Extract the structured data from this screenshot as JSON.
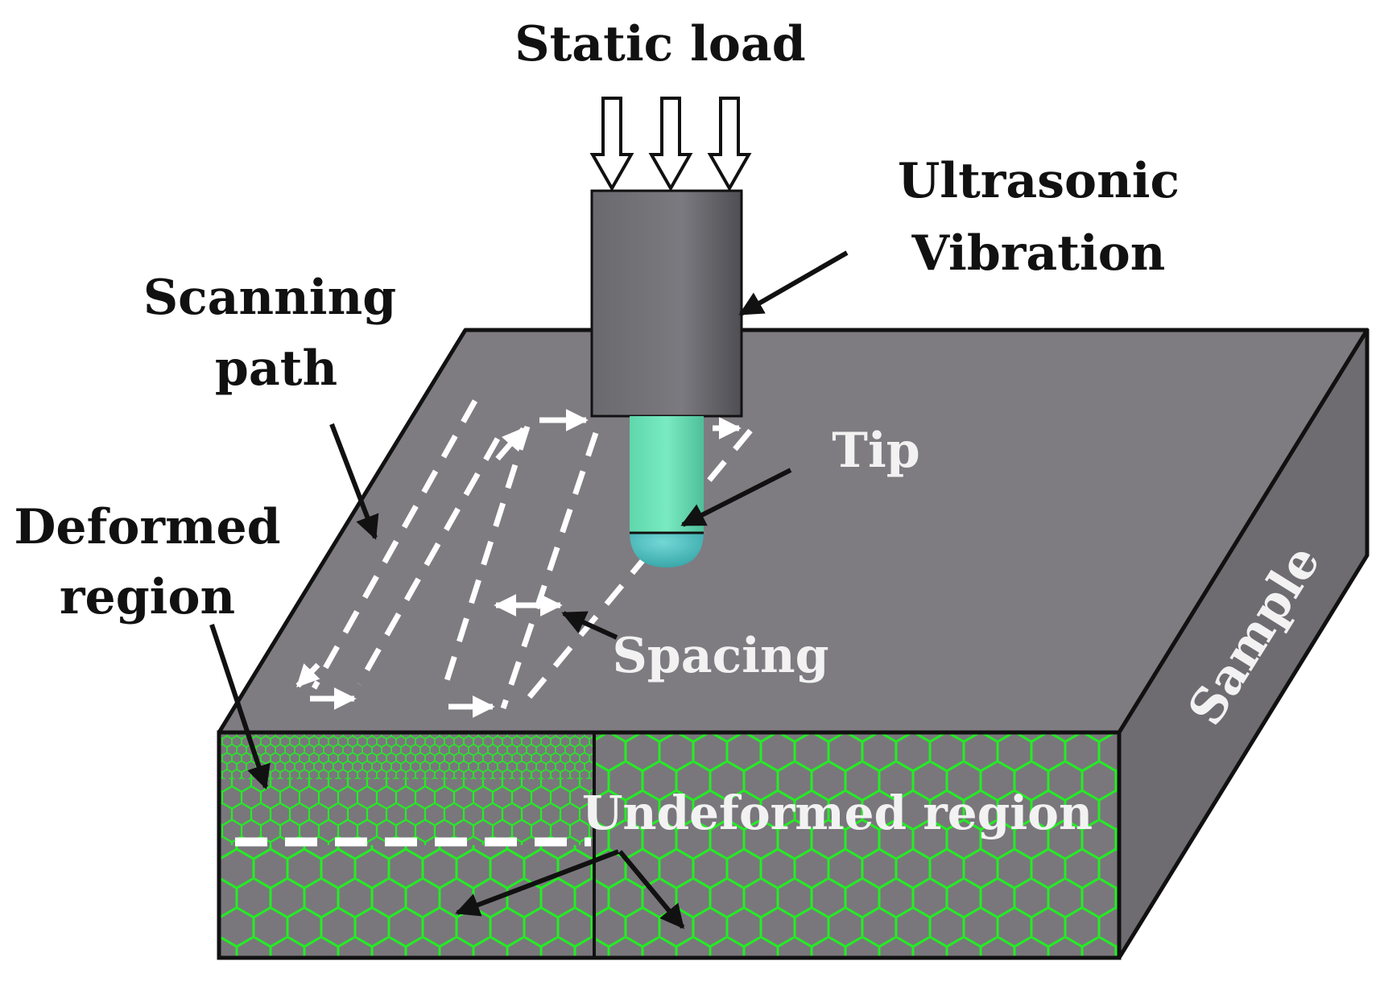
{
  "labels": {
    "static_load": "Static load",
    "ultrasonic_line1": "Ultrasonic",
    "ultrasonic_line2": "Vibration",
    "scanning_line1": "Scanning",
    "scanning_line2": "path",
    "deformed_line1": "Deformed",
    "deformed_line2": "region",
    "tip": "Tip",
    "spacing": "Spacing",
    "sample": "Sample",
    "undeformed": "Undeformed region"
  },
  "colors": {
    "sample_top": "#7e7c81",
    "sample_side": "#6e6c71",
    "sample_front": "#79777c",
    "tool_body": "#6c6b70",
    "tip_fill": "#6fe3b8",
    "tip_end": "#4fc1c0",
    "grain_boundary": "#22ee22",
    "path_marks": "#ffffff",
    "outline": "#111111"
  }
}
